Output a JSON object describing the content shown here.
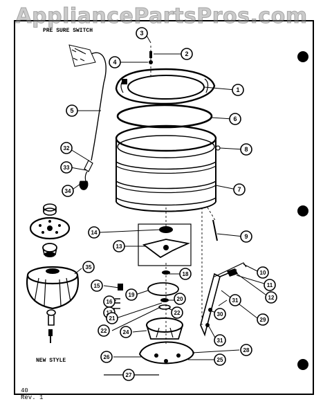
{
  "watermark": "AppliancePartsPros.com",
  "labels": {
    "pressure_switch": "PRE SURE SWITCH",
    "new_style": "NEW STYLE"
  },
  "footer": {
    "page": "40",
    "rev": "Rev. 1"
  },
  "callouts": [
    "3",
    "2",
    "4",
    "1",
    "5",
    "6",
    "8",
    "32",
    "33",
    "7",
    "34",
    "9",
    "14",
    "13",
    "35",
    "10",
    "18",
    "11",
    "12",
    "15",
    "19",
    "20",
    "31",
    "16",
    "22",
    "30",
    "17",
    "21",
    "29",
    "22",
    "24",
    "31",
    "28",
    "26",
    "25",
    "27"
  ]
}
